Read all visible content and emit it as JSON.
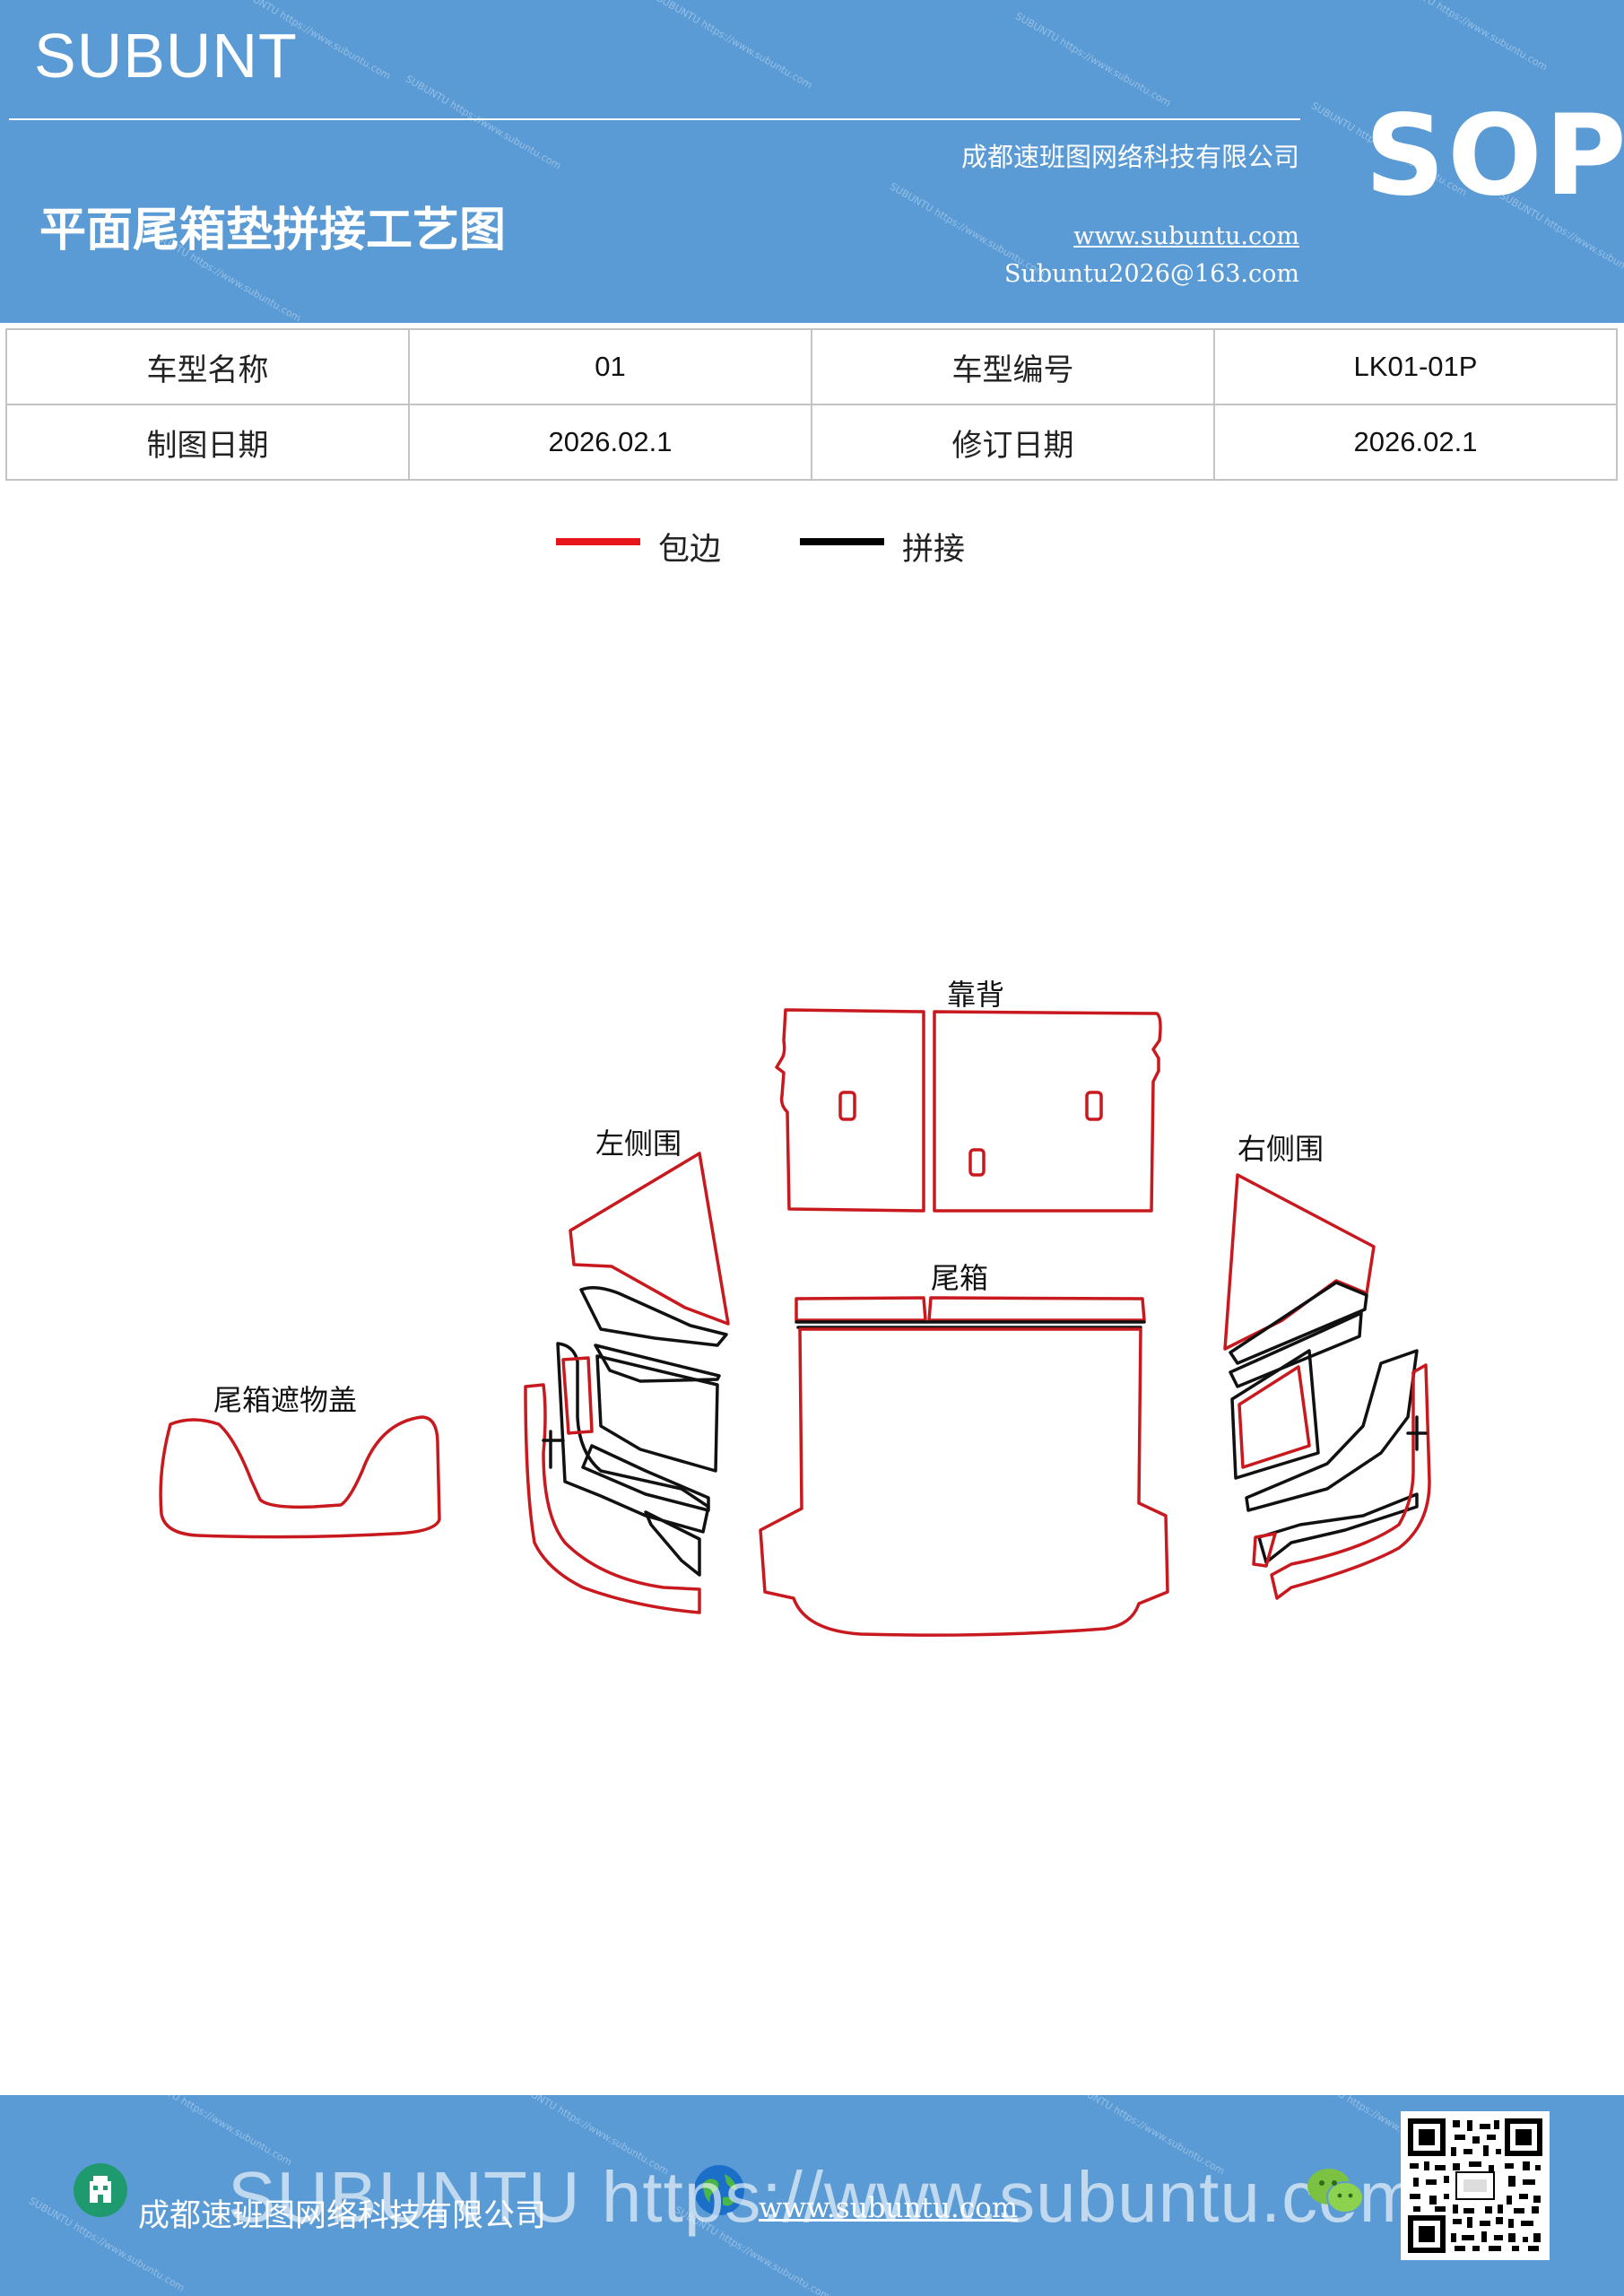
{
  "header": {
    "brand": "SUBUNT",
    "title": "平面尾箱垫拼接工艺图",
    "company": "成都速班图网络科技有限公司",
    "website": "www.subuntu.com",
    "email": "Subuntu2026@163.com",
    "badge": "SOP",
    "watermark_text": "SUBUNTU https://www.subuntu.com"
  },
  "info_table": {
    "rows": [
      {
        "label1": "车型名称",
        "value1": "01",
        "label2": "车型编号",
        "value2": "LK01-01P"
      },
      {
        "label1": "制图日期",
        "value1": "2026.02.1",
        "label2": "修订日期",
        "value2": "2026.02.1"
      }
    ]
  },
  "legend": {
    "items": [
      {
        "label": "包边",
        "color": "#e8141c"
      },
      {
        "label": "拼接",
        "color": "#000000"
      }
    ]
  },
  "diagram": {
    "labels": {
      "backrest": "靠背",
      "left_side": "左侧围",
      "right_side": "右侧围",
      "trunk": "尾箱",
      "trunk_cover": "尾箱遮物盖"
    },
    "colors": {
      "edge": "#c8191f",
      "seam": "#111111"
    }
  },
  "footer": {
    "company": "成都速班图网络科技有限公司",
    "website": "www.subuntu.com",
    "watermark": "SUBUNTU https://www.subuntu.com"
  }
}
